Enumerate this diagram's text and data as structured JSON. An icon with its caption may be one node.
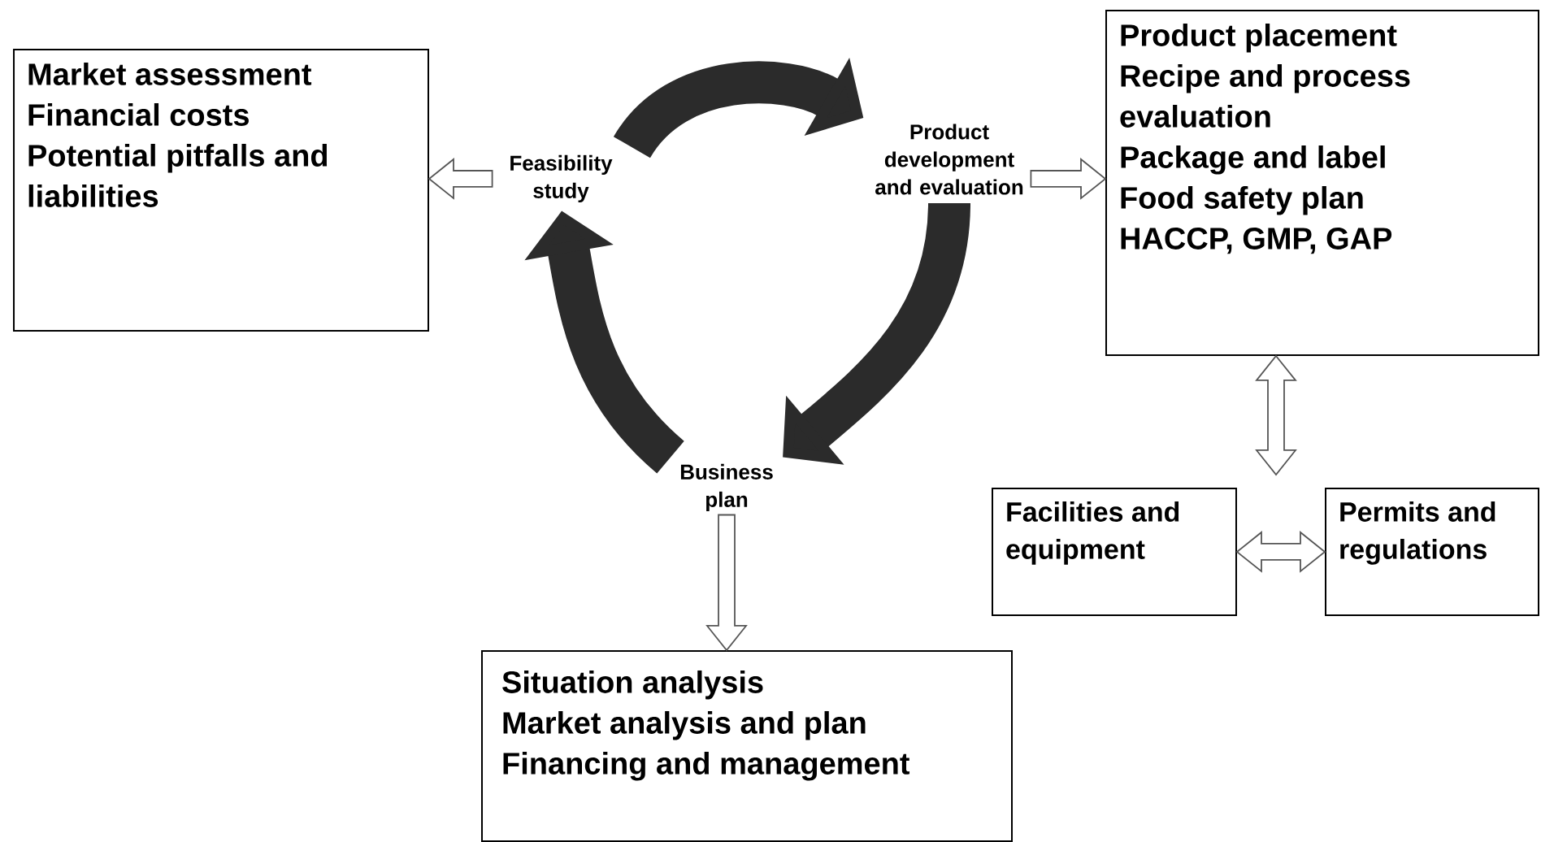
{
  "diagram": {
    "nodes": [
      {
        "text": [
          "Market assessment",
          "Financial costs",
          "Potential pitfalls and liabilities"
        ]
      },
      {
        "text": [
          "Feasibility study"
        ]
      },
      {
        "text": [
          "Product development and evaluation"
        ]
      },
      {
        "text": [
          "Product placement",
          "Recipe and process evaluation",
          "Package and label",
          "Food safety plan",
          "HACCP, GMP, GAP"
        ]
      },
      {
        "text": [
          "Business plan"
        ]
      },
      {
        "text": [
          "Situation analysis",
          "Market analysis and plan",
          "Financing and management"
        ]
      },
      {
        "text": [
          "Facilities and equipment"
        ]
      },
      {
        "text": [
          "Permits and regulations"
        ]
      }
    ],
    "edges": [
      {
        "from": 1,
        "to": 0,
        "arrow": "to"
      },
      {
        "from": 2,
        "to": 3,
        "arrow": "to"
      },
      {
        "from": 4,
        "to": 5,
        "arrow": "to"
      },
      {
        "from": 3,
        "to": null,
        "arrow": "both"
      },
      {
        "from": 6,
        "to": 7,
        "arrow": "both"
      },
      {
        "from": 1,
        "to": 2,
        "arrow": "to",
        "color": "#2b2b2b"
      },
      {
        "from": 2,
        "to": 4,
        "arrow": "to",
        "color": "#2b2b2b"
      },
      {
        "from": 4,
        "to": 1,
        "arrow": "to",
        "color": "#2b2b2b"
      }
    ]
  }
}
